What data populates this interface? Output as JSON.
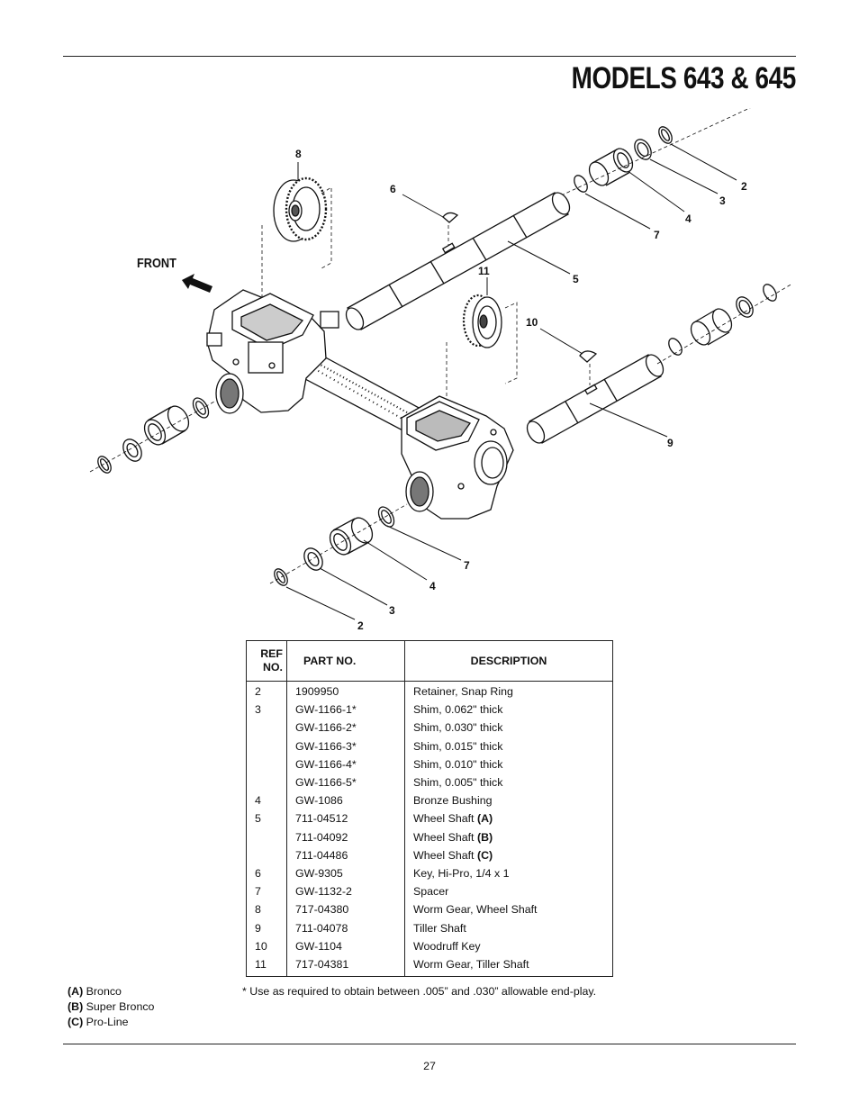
{
  "title": "MODELS 643 & 645",
  "front_label": "FRONT",
  "callouts": {
    "c2a": "2",
    "c3a": "3",
    "c4a": "4",
    "c7a": "7",
    "c6": "6",
    "c8": "8",
    "c5": "5",
    "c11": "11",
    "c10": "10",
    "c9": "9",
    "c7b": "7",
    "c4b": "4",
    "c3b": "3",
    "c2b": "2"
  },
  "table": {
    "headers": {
      "ref": "REF NO.",
      "ref_line1": "REF",
      "ref_line2": "NO.",
      "part": "PART NO.",
      "desc": "DESCRIPTION"
    },
    "rows": [
      {
        "ref": "2",
        "part": "1909950",
        "desc": "Retainer, Snap Ring",
        "suffix": ""
      },
      {
        "ref": "3",
        "part": "GW-1166-1*",
        "desc": "Shim, 0.062\" thick",
        "suffix": ""
      },
      {
        "ref": "",
        "part": "GW-1166-2*",
        "desc": "Shim, 0.030\" thick",
        "suffix": ""
      },
      {
        "ref": "",
        "part": "GW-1166-3*",
        "desc": "Shim, 0.015\" thick",
        "suffix": ""
      },
      {
        "ref": "",
        "part": "GW-1166-4*",
        "desc": "Shim, 0.010\" thick",
        "suffix": ""
      },
      {
        "ref": "",
        "part": "GW-1166-5*",
        "desc": "Shim, 0.005\" thick",
        "suffix": ""
      },
      {
        "ref": "4",
        "part": "GW-1086",
        "desc": "Bronze Bushing",
        "suffix": ""
      },
      {
        "ref": "5",
        "part": "711-04512",
        "desc": "Wheel Shaft",
        "suffix": "(A)"
      },
      {
        "ref": "",
        "part": "711-04092",
        "desc": "Wheel Shaft",
        "suffix": "(B)"
      },
      {
        "ref": "",
        "part": "711-04486",
        "desc": "Wheel Shaft",
        "suffix": "(C)"
      },
      {
        "ref": "6",
        "part": "GW-9305",
        "desc": "Key, Hi-Pro, 1/4 x 1",
        "suffix": ""
      },
      {
        "ref": "7",
        "part": "GW-1132-2",
        "desc": "Spacer",
        "suffix": ""
      },
      {
        "ref": "8",
        "part": "717-04380",
        "desc": "Worm Gear, Wheel Shaft",
        "suffix": ""
      },
      {
        "ref": "9",
        "part": "711-04078",
        "desc": "Tiller Shaft",
        "suffix": ""
      },
      {
        "ref": "10",
        "part": "GW-1104",
        "desc": "Woodruff Key",
        "suffix": ""
      },
      {
        "ref": "11",
        "part": "717-04381",
        "desc": "Worm Gear, Tiller Shaft",
        "suffix": ""
      }
    ]
  },
  "footnote": "* Use as required to obtain between .005” and .030” allowable end-play.",
  "legend": [
    {
      "key": "(A)",
      "label": "Bronco"
    },
    {
      "key": "(B)",
      "label": "Super Bronco"
    },
    {
      "key": "(C)",
      "label": "Pro-Line"
    }
  ],
  "page_number": "27"
}
